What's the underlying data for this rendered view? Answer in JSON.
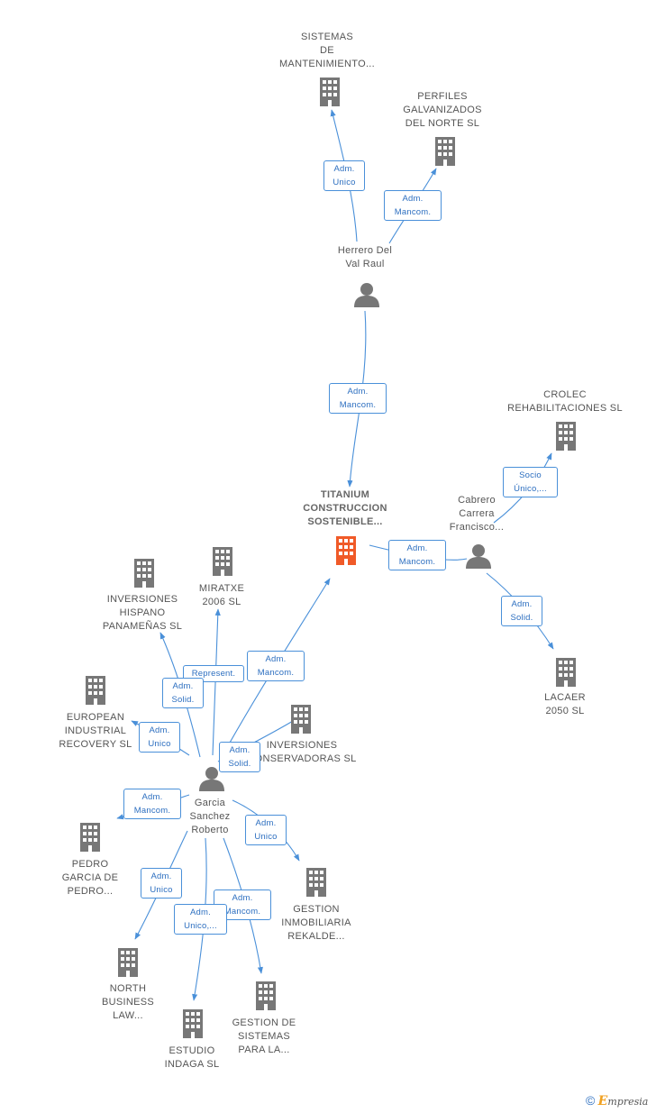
{
  "colors": {
    "edge": "#4a90d9",
    "label_text": "#2d6fc0",
    "node_gray": "#777777",
    "central": "#f05a28"
  },
  "nodes": {
    "sistemas_mant": [
      "SISTEMAS",
      "DE",
      "MANTENIMIENTO..."
    ],
    "perfiles": [
      "PERFILES",
      "GALVANIZADOS",
      "DEL NORTE SL"
    ],
    "herrero": [
      "Herrero Del",
      "Val Raul"
    ],
    "crolec": [
      "CROLEC",
      "REHABILITACIONES SL"
    ],
    "titanium": [
      "TITANIUM",
      "CONSTRUCCION",
      "SOSTENIBLE..."
    ],
    "cabrero": [
      "Cabrero",
      "Carrera",
      "Francisco..."
    ],
    "inv_hispano": [
      "INVERSIONES",
      "HISPANO",
      "PANAMEÑAS SL"
    ],
    "miratxe": [
      "MIRATXE",
      "2006 SL"
    ],
    "lacaer": [
      "LACAER",
      "2050  SL"
    ],
    "european": [
      "EUROPEAN",
      "INDUSTRIAL",
      "RECOVERY SL"
    ],
    "inv_conservadoras": [
      "INVERSIONES",
      "CONSERVADORAS SL"
    ],
    "garcia": [
      "Garcia",
      "Sanchez",
      "Roberto"
    ],
    "pedro": [
      "PEDRO",
      "GARCIA DE",
      "PEDRO..."
    ],
    "gestion_inmob": [
      "GESTION",
      "INMOBILIARIA",
      "REKALDE..."
    ],
    "north": [
      "NORTH",
      "BUSINESS",
      "LAW..."
    ],
    "gestion_sist": [
      "GESTION DE",
      "SISTEMAS",
      "PARA LA..."
    ],
    "estudio": [
      "ESTUDIO",
      "INDAGA SL"
    ]
  },
  "edges": {
    "e1": [
      "Adm.",
      "Unico"
    ],
    "e2": [
      "Adm.",
      "Mancom."
    ],
    "e3": [
      "Adm.",
      "Mancom."
    ],
    "e4": [
      "Socio",
      "Único,..."
    ],
    "e5": [
      "Adm.",
      "Mancom."
    ],
    "e6": [
      "Adm.",
      "Solid."
    ],
    "e7": [
      "Represent."
    ],
    "e8": [
      "Adm.",
      "Mancom."
    ],
    "e9": [
      "Adm.",
      "Solid."
    ],
    "e10": [
      "Adm.",
      "Unico"
    ],
    "e11": [
      "Adm.",
      "Solid."
    ],
    "e12": [
      "Adm.",
      "Mancom."
    ],
    "e13": [
      "Adm.",
      "Unico"
    ],
    "e14": [
      "Adm.",
      "Unico"
    ],
    "e15": [
      "Adm.",
      "Mancom."
    ],
    "e16": [
      "Adm.",
      "Unico,..."
    ]
  },
  "footer": {
    "copyright": "©",
    "brand_initial": "E",
    "brand_rest": "mpresia"
  }
}
